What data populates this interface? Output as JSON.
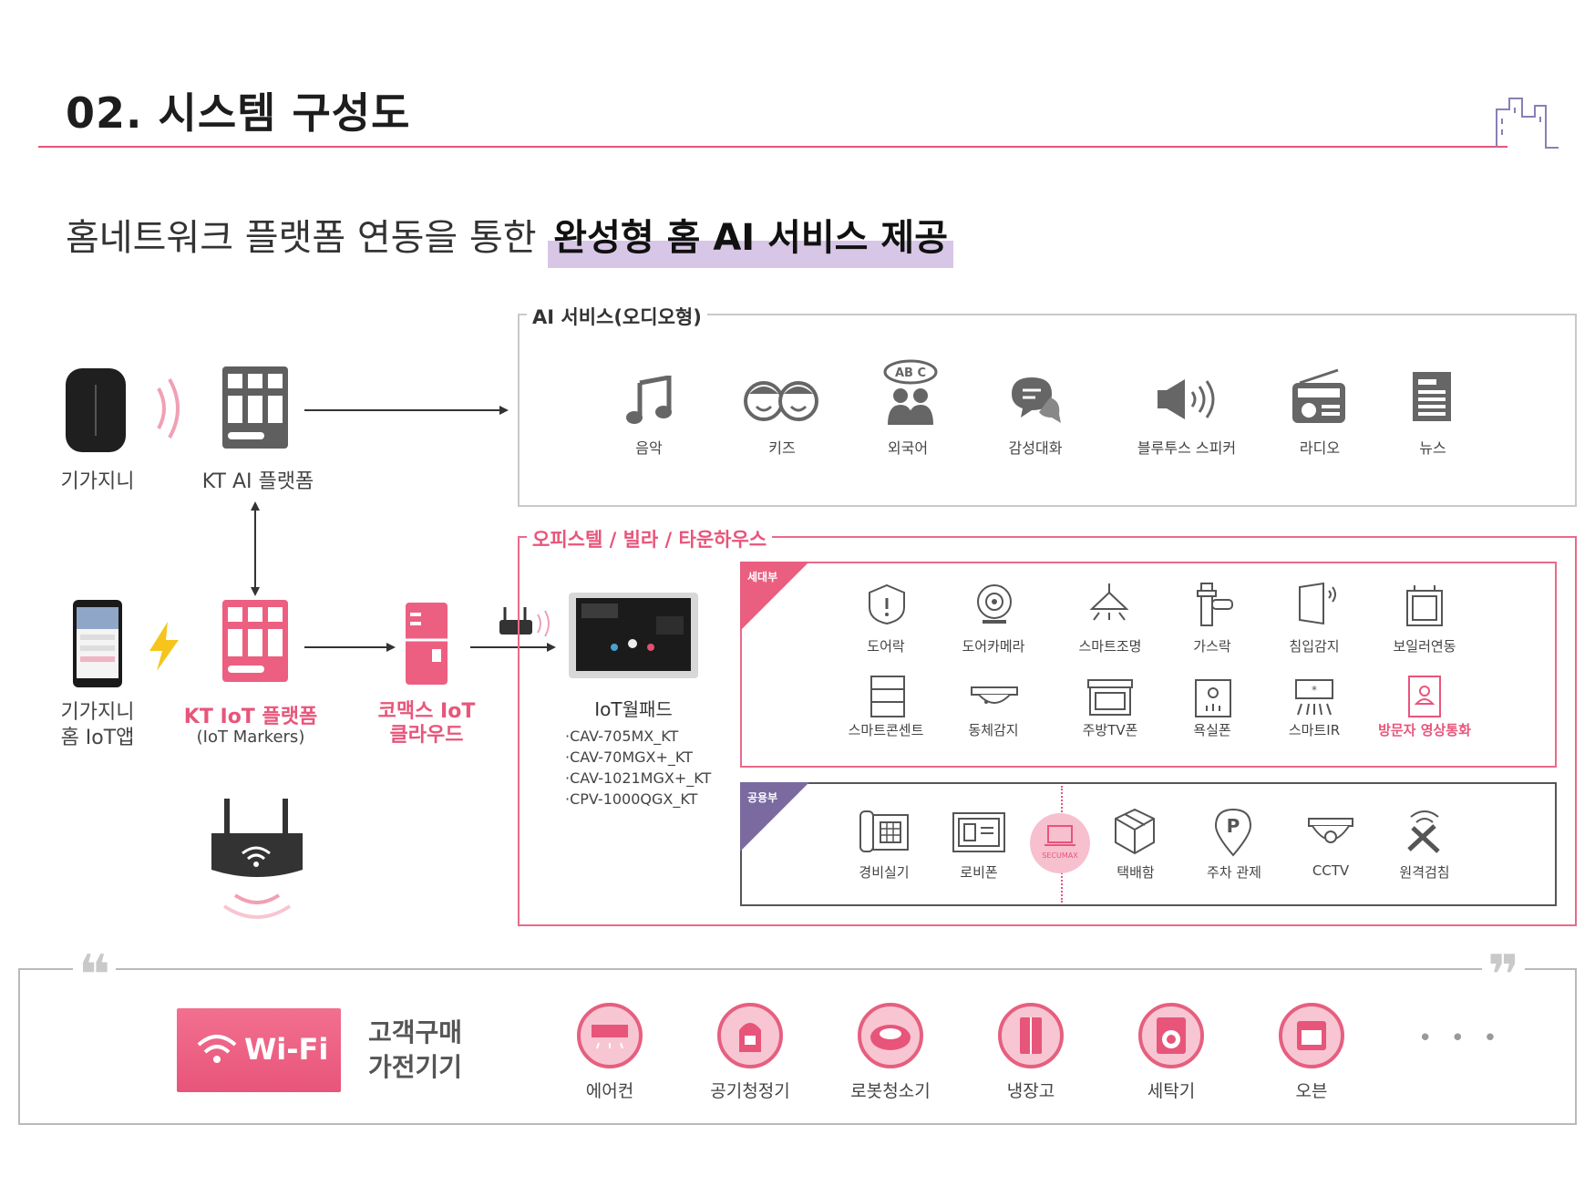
{
  "header": {
    "title": "02. 시스템 구성도",
    "subtitle_plain": "홈네트워크 플랫폼 연동을 통한",
    "subtitle_highlight": "완성형 홈 AI 서비스 제공"
  },
  "left": {
    "gigagenie": "기가지니",
    "kt_ai_platform": "KT AI 플랫폼",
    "app_line1": "기가지니",
    "app_line2": "홈 IoT앱",
    "kt_iot_platform": "KT IoT 플랫폼",
    "iot_markers": "(IoT Markers)",
    "commax_line1": "코맥스 IoT",
    "commax_line2": "클라우드"
  },
  "ai_service": {
    "title": "AI 서비스(오디오형)",
    "items": [
      "음악",
      "키즈",
      "외국어",
      "감성대화",
      "블루투스 스피커",
      "라디오",
      "뉴스"
    ]
  },
  "office": {
    "title": "오피스텔 / 빌라 / 타운하우스",
    "wallpad": "IoT월패드",
    "models": [
      "·CAV-705MX_KT",
      "·CAV-70MGX+_KT",
      "·CAV-1021MGX+_KT",
      "·CPV-1000QGX_KT"
    ],
    "household_tag": "세대부",
    "household_row1": [
      "도어락",
      "도어카메라",
      "스마트조명",
      "가스락",
      "침입감지",
      "보일러연동"
    ],
    "household_row2": [
      "스마트콘센트",
      "동체감지",
      "주방TV폰",
      "욕실폰",
      "스마트IR",
      "방문자 영상통화"
    ],
    "common_tag": "공용부",
    "common_items": [
      "경비실기",
      "로비폰",
      "택배함",
      "주차 관제",
      "CCTV",
      "원격검침"
    ],
    "secumax": "SECUMAX"
  },
  "bottom": {
    "wifi": "Wi-Fi",
    "label_line1": "고객구매",
    "label_line2": "가전기기",
    "items": [
      "에어컨",
      "공기청정기",
      "로봇청소기",
      "냉장고",
      "세탁기",
      "오븐"
    ],
    "more": "• • •"
  },
  "colors": {
    "pink": "#e8557a",
    "gray": "#c9c9c9",
    "purple": "#7a6aa0",
    "highlight": "#d8c6e6"
  }
}
